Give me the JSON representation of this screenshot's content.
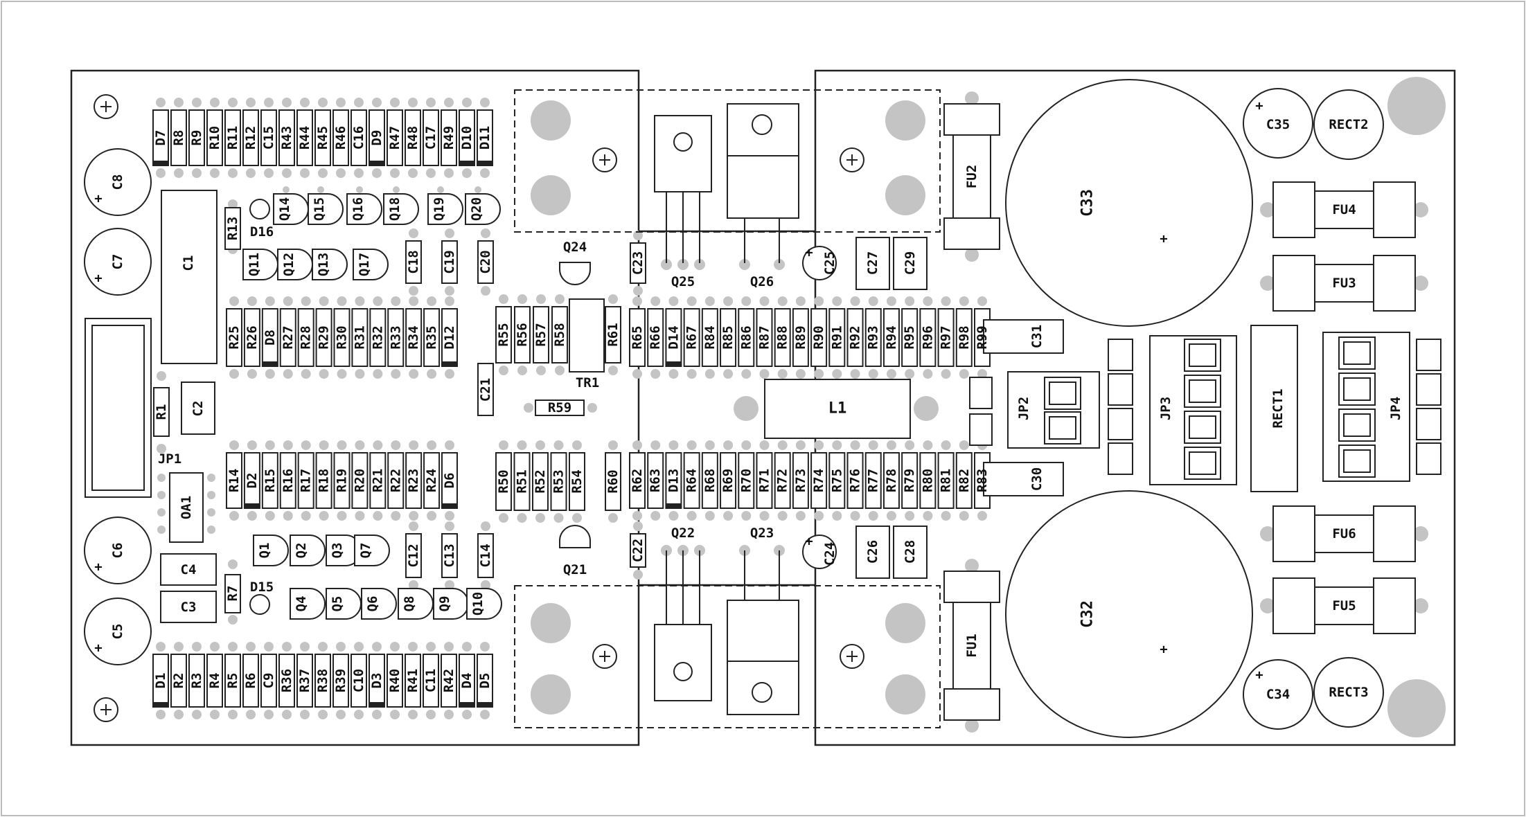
{
  "board": {
    "label_groups": {
      "top_left_row": [
        "D7",
        "R8",
        "R9",
        "R10",
        "R11",
        "R12",
        "C15",
        "R43",
        "R44",
        "R45",
        "R46",
        "C16",
        "D9",
        "R47",
        "R48",
        "C17",
        "R49",
        "D10",
        "D11"
      ],
      "bottom_left_row": [
        "D1",
        "R2",
        "R3",
        "R4",
        "R5",
        "R6",
        "C9",
        "R36",
        "R37",
        "R38",
        "R39",
        "C10",
        "D3",
        "R40",
        "R41",
        "C11",
        "R42",
        "D4",
        "D5"
      ],
      "left_mid_upper_row": [
        "R25",
        "R26",
        "D8",
        "R27",
        "R28",
        "R29",
        "R30",
        "R31",
        "R32",
        "R33",
        "R34",
        "R35",
        "D12"
      ],
      "left_mid_lower_row": [
        "R14",
        "D2",
        "R15",
        "R16",
        "R17",
        "R18",
        "R19",
        "R20",
        "R21",
        "R22",
        "R23",
        "R24",
        "D6"
      ],
      "transistors_upper": [
        "Q14",
        "Q15",
        "Q16",
        "Q18",
        "Q19",
        "Q20",
        "Q11",
        "Q12",
        "Q13",
        "Q17"
      ],
      "transistors_lower": [
        "Q1",
        "Q2",
        "Q3",
        "Q7",
        "Q4",
        "Q5",
        "Q6",
        "Q8",
        "Q9",
        "Q10"
      ],
      "caps_upper": [
        "C18",
        "C19",
        "C20"
      ],
      "caps_lower": [
        "C12",
        "C13",
        "C14"
      ],
      "center_upper_row": [
        "R55",
        "R56",
        "R57",
        "R58",
        "R61"
      ],
      "center_lower_row": [
        "R50",
        "R51",
        "R52",
        "R53",
        "R54",
        "R60"
      ],
      "right_mid_upper_row": [
        "R65",
        "R66",
        "D14",
        "R67",
        "R84",
        "R85",
        "R86",
        "R87",
        "R88",
        "R89",
        "R90",
        "R91",
        "R92",
        "R93",
        "R94",
        "R95",
        "R96",
        "R97",
        "R98",
        "R99"
      ],
      "right_mid_lower_row": [
        "R62",
        "R63",
        "D13",
        "R64",
        "R68",
        "R69",
        "R70",
        "R71",
        "R72",
        "R73",
        "R74",
        "R75",
        "R76",
        "R77",
        "R78",
        "R79",
        "R80",
        "R81",
        "R82",
        "R83"
      ],
      "misc": [
        "C8",
        "C7",
        "C6",
        "C5",
        "C1",
        "C2",
        "C3",
        "C4",
        "R1",
        "R7",
        "R13",
        "D15",
        "D16",
        "JP1",
        "OA1",
        "TR1",
        "R59",
        "C21",
        "Q21",
        "Q24",
        "C22",
        "C23",
        "Q22",
        "Q23",
        "Q25",
        "Q26",
        "C24",
        "C25",
        "C26",
        "C27",
        "C28",
        "C29",
        "C30",
        "C31",
        "L1",
        "FU1",
        "FU2",
        "FU3",
        "FU4",
        "FU5",
        "FU6",
        "C32",
        "C33",
        "C34",
        "C35",
        "RECT1",
        "RECT2",
        "RECT3",
        "JP2",
        "JP3",
        "JP4"
      ]
    },
    "plus_sign": "+"
  }
}
